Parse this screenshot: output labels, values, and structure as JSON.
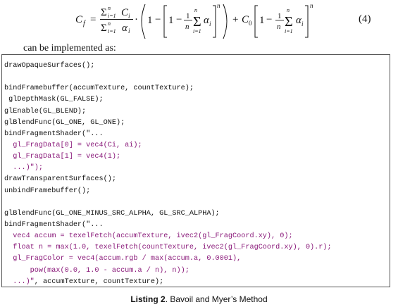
{
  "equation": {
    "lhs": "C",
    "lhs_sub": "f",
    "sum_top": "n",
    "sum_bottom": "i=1",
    "sum_top_short": "n",
    "numerator_var": "C",
    "numerator_sub": "i",
    "denominator_var": "α",
    "denominator_sub": "i",
    "one": "1",
    "frac_num": "1",
    "frac_den": "n",
    "alpha": "α",
    "alpha_sub": "i",
    "power": "n",
    "plus": "+",
    "c0": "C",
    "c0_sub": "0",
    "number": "(4)"
  },
  "intro_text": "can be implemented as:",
  "code_lines": [
    {
      "text": "drawOpaqueSurfaces();",
      "kind": "def"
    },
    {
      "text": "",
      "kind": "def"
    },
    {
      "text": "bindFramebuffer(accumTexture, countTexture);",
      "kind": "def"
    },
    {
      "text": " glDepthMask(GL_FALSE);",
      "kind": "def"
    },
    {
      "text": "glEnable(GL_BLEND);",
      "kind": "def"
    },
    {
      "text": "glBlendFunc(GL_ONE, GL_ONE);",
      "kind": "def"
    },
    {
      "text": "bindFragmentShader(\"...",
      "kind": "def"
    },
    {
      "text": "  gl_FragData[0] = vec4(Ci, ai);",
      "kind": "str"
    },
    {
      "text": "  gl_FragData[1] = vec4(1);",
      "kind": "str"
    },
    {
      "text": "  ...)\");",
      "kind": "str"
    },
    {
      "text": "drawTransparentSurfaces();",
      "kind": "def"
    },
    {
      "text": "unbindFramebuffer();",
      "kind": "def"
    },
    {
      "text": "",
      "kind": "def"
    },
    {
      "text": "glBlendFunc(GL_ONE_MINUS_SRC_ALPHA, GL_SRC_ALPHA);",
      "kind": "def"
    },
    {
      "text": "bindFragmentShader(\"...",
      "kind": "def"
    },
    {
      "text": "  vec4 accum = texelFetch(accumTexture, ivec2(gl_FragCoord.xy), 0);",
      "kind": "str"
    },
    {
      "text": "  float n = max(1.0, texelFetch(countTexture, ivec2(gl_FragCoord.xy), 0).r);",
      "kind": "str"
    },
    {
      "text": "  gl_FragColor = vec4(accum.rgb / max(accum.a, 0.0001),",
      "kind": "str"
    },
    {
      "text": "      pow(max(0.0, 1.0 - accum.a / n), n));",
      "kind": "str"
    },
    {
      "text": "  ...)\", accumTexture, countTexture);",
      "kind": "mixed"
    }
  ],
  "caption": {
    "label": "Listing 2",
    "text": ". Bavoil and Myer’s Method"
  },
  "colors": {
    "code_string": "#8a1a7a",
    "code_default": "#111111"
  }
}
